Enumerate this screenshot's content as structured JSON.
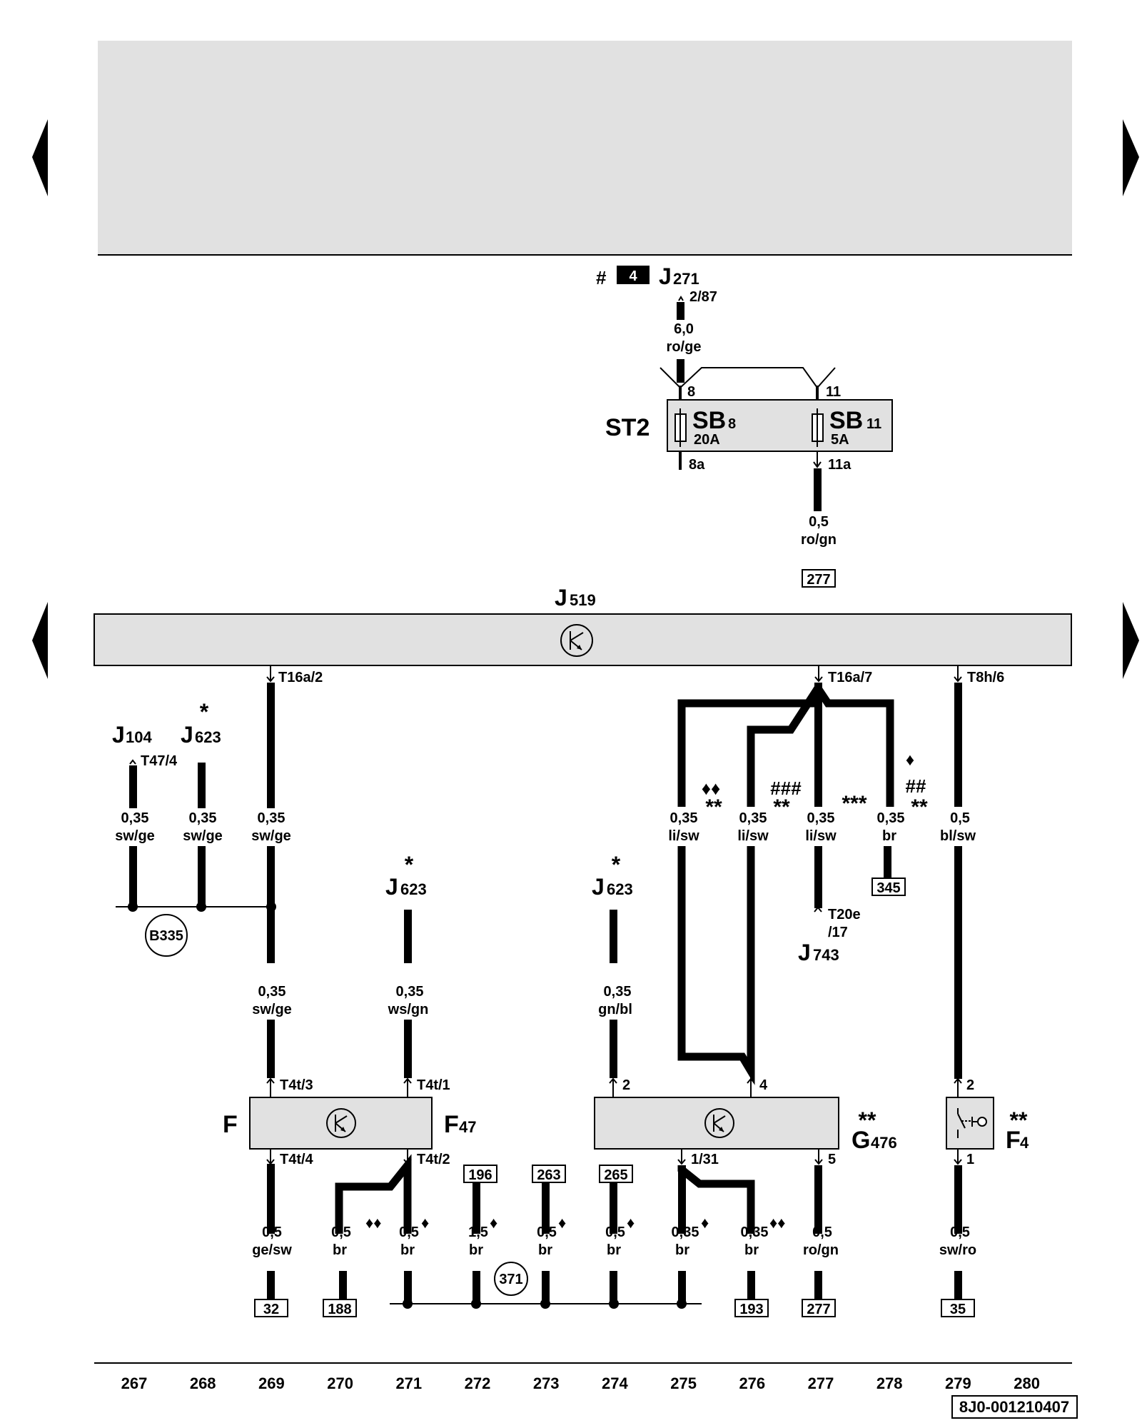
{
  "relay_top": {
    "prefix": "#",
    "badge": "4",
    "name": "J",
    "sub": "271",
    "pin": "2/87",
    "wire_size": "6,0",
    "wire_color": "ro/ge"
  },
  "fuse_box": {
    "label": "ST2",
    "pin_8": "8",
    "pin_11": "11",
    "pin_8a": "8a",
    "pin_11a": "11a",
    "fuse_1": {
      "name": "SB",
      "sub": "8",
      "rating": "20A"
    },
    "fuse_2": {
      "name": "SB",
      "sub": "11",
      "rating": "5A"
    },
    "out_size": "0,5",
    "out_color": "ro/gn",
    "out_ref": "277"
  },
  "j519": {
    "name": "J",
    "sub": "519",
    "pin_a": "T16a/2",
    "pin_b": "T16a/7",
    "pin_c": "T8h/6"
  },
  "upper": {
    "j104": {
      "name": "J",
      "sub": "104",
      "pin": "T47/4"
    },
    "j623_top": {
      "name": "J",
      "sub": "623",
      "mark": "*"
    },
    "w267": {
      "size": "0,35",
      "color": "sw/ge"
    },
    "w268": {
      "size": "0,35",
      "color": "sw/ge"
    },
    "w269": {
      "size": "0,35",
      "color": "sw/ge"
    },
    "splice": "B335",
    "w275": {
      "size": "0,35",
      "color": "li/sw",
      "mark1": "♦♦",
      "mark2": "**"
    },
    "w276": {
      "size": "0,35",
      "color": "li/sw",
      "mark1": "###",
      "mark2": "**"
    },
    "w277": {
      "size": "0,35",
      "color": "li/sw",
      "mark1": "***"
    },
    "w278": {
      "size": "0,35",
      "color": "br",
      "mark1": "♦",
      "mark2": "##",
      "mark3": "**",
      "ref": "345"
    },
    "w279": {
      "size": "0,5",
      "color": "bl/sw"
    },
    "j743": {
      "name": "J",
      "sub": "743",
      "pin1": "T20e",
      "pin2": "/17"
    }
  },
  "mid": {
    "w269": {
      "size": "0,35",
      "color": "sw/ge"
    },
    "j623_a": {
      "name": "J",
      "sub": "623",
      "mark": "*"
    },
    "w271": {
      "size": "0,35",
      "color": "ws/gn"
    },
    "j623_b": {
      "name": "J",
      "sub": "623",
      "mark": "*"
    },
    "w274": {
      "size": "0,35",
      "color": "gn/bl"
    }
  },
  "f47": {
    "left_label": "F",
    "name": "F",
    "sub": "47",
    "pin_in1": "T4t/3",
    "pin_in2": "T4t/1",
    "pin_out1": "T4t/4",
    "pin_out2": "T4t/2"
  },
  "g476": {
    "mark": "**",
    "name": "G",
    "sub": "476",
    "pin_in1": "2",
    "pin_in2": "4",
    "pin_out1": "1/31",
    "pin_out2": "5"
  },
  "f4": {
    "mark": "**",
    "name": "F",
    "sub": "4",
    "pin_in": "2",
    "pin_out": "1"
  },
  "bottom": {
    "refs_top": [
      "196",
      "263",
      "265"
    ],
    "w269": {
      "size": "0,5",
      "color": "ge/sw",
      "ref": "32"
    },
    "w270": {
      "size": "0,5",
      "color": "br",
      "mark": "♦♦",
      "ref": "188"
    },
    "w271": {
      "size": "0,5",
      "color": "br",
      "mark": "♦"
    },
    "w272": {
      "size": "1,5",
      "color": "br",
      "mark": "♦"
    },
    "w273": {
      "size": "0,5",
      "color": "br",
      "mark": "♦"
    },
    "w274": {
      "size": "0,5",
      "color": "br",
      "mark": "♦"
    },
    "w275": {
      "size": "0,35",
      "color": "br",
      "mark": "♦"
    },
    "w276": {
      "size": "0,35",
      "color": "br",
      "mark": "♦♦",
      "ref": "193"
    },
    "w277": {
      "size": "0,5",
      "color": "ro/gn",
      "ref": "277"
    },
    "w279": {
      "size": "0,5",
      "color": "sw/ro",
      "ref": "35"
    },
    "splice": "371"
  },
  "columns": [
    "267",
    "268",
    "269",
    "270",
    "271",
    "272",
    "273",
    "274",
    "275",
    "276",
    "277",
    "278",
    "279",
    "280"
  ],
  "doc_id": "8J0-001210407"
}
